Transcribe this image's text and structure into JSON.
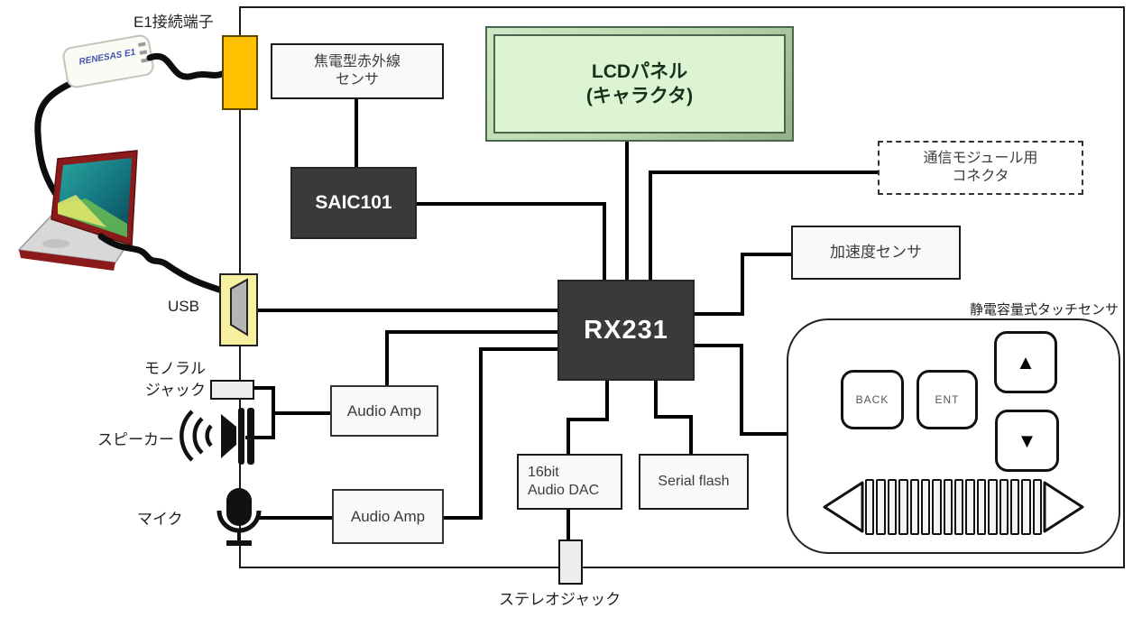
{
  "labels": {
    "e1_terminal": "E1接続端子",
    "usb": "USB",
    "mono_jack": [
      "モノラル",
      "ジャック"
    ],
    "speaker": "スピーカー",
    "mic": "マイク",
    "stereo_jack": "ステレオジャック",
    "touch_sensor": "静電容量式タッチセンサ"
  },
  "devices": {
    "e1_emulator_label": "RENESAS E1"
  },
  "blocks": {
    "pir_sensor": [
      "焦電型赤外線",
      "センサ"
    ],
    "saic101": "SAIC101",
    "lcd": [
      "LCDパネル",
      "(キャラクタ)"
    ],
    "comm_module": [
      "通信モジュール用",
      "コネクタ"
    ],
    "accel_sensor": "加速度センサ",
    "rx231": "RX231",
    "audio_amp_1": "Audio Amp",
    "audio_amp_2": "Audio Amp",
    "audio_dac": [
      "16bit",
      "Audio DAC"
    ],
    "serial_flash": "Serial flash"
  },
  "touch_panel": {
    "back_button": "BACK",
    "ent_button": "ENT",
    "up_button": "▲",
    "down_button": "▼",
    "slider_bar_count": 16
  },
  "colors": {
    "e1_connector_orange": "#FFC000",
    "usb_connector_yellow": "#F6F0A0",
    "lcd_green": "#DCF4D2",
    "chip_dark": "#3A3A3A",
    "laptop_red": "#8B1A1A"
  }
}
